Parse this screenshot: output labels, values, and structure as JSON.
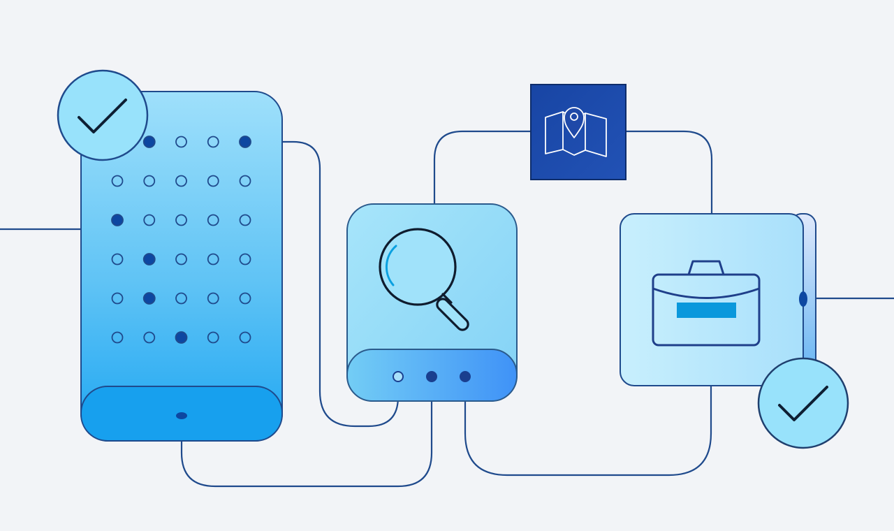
{
  "colors": {
    "background": "#f2f4f7",
    "line": "#1f4a8c",
    "dark_blue": "#0d47a1",
    "map_tile": "#1f49a8",
    "accent": "#0aa0e0",
    "check_fill": "#98e2fb"
  },
  "icons": {
    "left_check": "checkmark-icon",
    "map": "map-pin-icon",
    "search": "magnifier-icon",
    "briefcase": "briefcase-icon",
    "right_check": "checkmark-icon"
  },
  "dot_grid": {
    "columns": 5,
    "rows": 6,
    "filled": [
      [
        0,
        1
      ],
      [
        0,
        4
      ],
      [
        2,
        0
      ],
      [
        3,
        1
      ],
      [
        4,
        1
      ],
      [
        5,
        2
      ]
    ]
  },
  "search_device_ports": {
    "count": 3,
    "filled": [
      1,
      2
    ]
  }
}
